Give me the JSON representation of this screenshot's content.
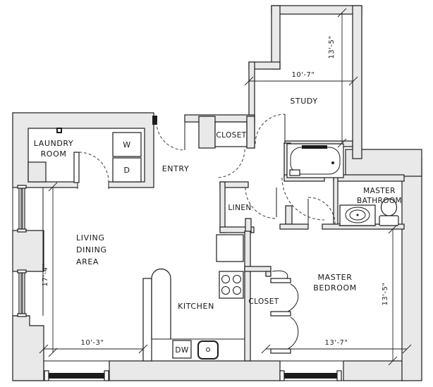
{
  "plan": {
    "title": "Apartment floor plan",
    "colors": {
      "wall_fill": "#e9e9e9",
      "line": "#1c1c1c"
    },
    "rooms": {
      "laundry": {
        "label_line1": "LAUNDRY",
        "label_line2": "ROOM"
      },
      "entry": {
        "label": "ENTRY"
      },
      "entry_closet": {
        "label": "CLOSET"
      },
      "study": {
        "label": "STUDY"
      },
      "linen": {
        "label": "LINEN"
      },
      "master_bathroom": {
        "label_line1": "MASTER",
        "label_line2": "BATHROOM"
      },
      "living_dining": {
        "label_line1": "LIVING",
        "label_line2": "DINING",
        "label_line3": "AREA"
      },
      "kitchen": {
        "label": "KITCHEN"
      },
      "bedroom_closet": {
        "label": "CLOSET"
      },
      "master_bedroom": {
        "label_line1": "MASTER",
        "label_line2": "BEDROOM"
      }
    },
    "fixtures": {
      "washer": "W",
      "dryer": "D",
      "dishwasher": "DW"
    },
    "dimensions": {
      "study_height": "13'-5\"",
      "study_width": "10'-7\"",
      "living_height": "17'-4\"",
      "living_width": "10'-3\"",
      "bedroom_width": "13'-7\"",
      "bedroom_height": "13'-5\""
    }
  }
}
